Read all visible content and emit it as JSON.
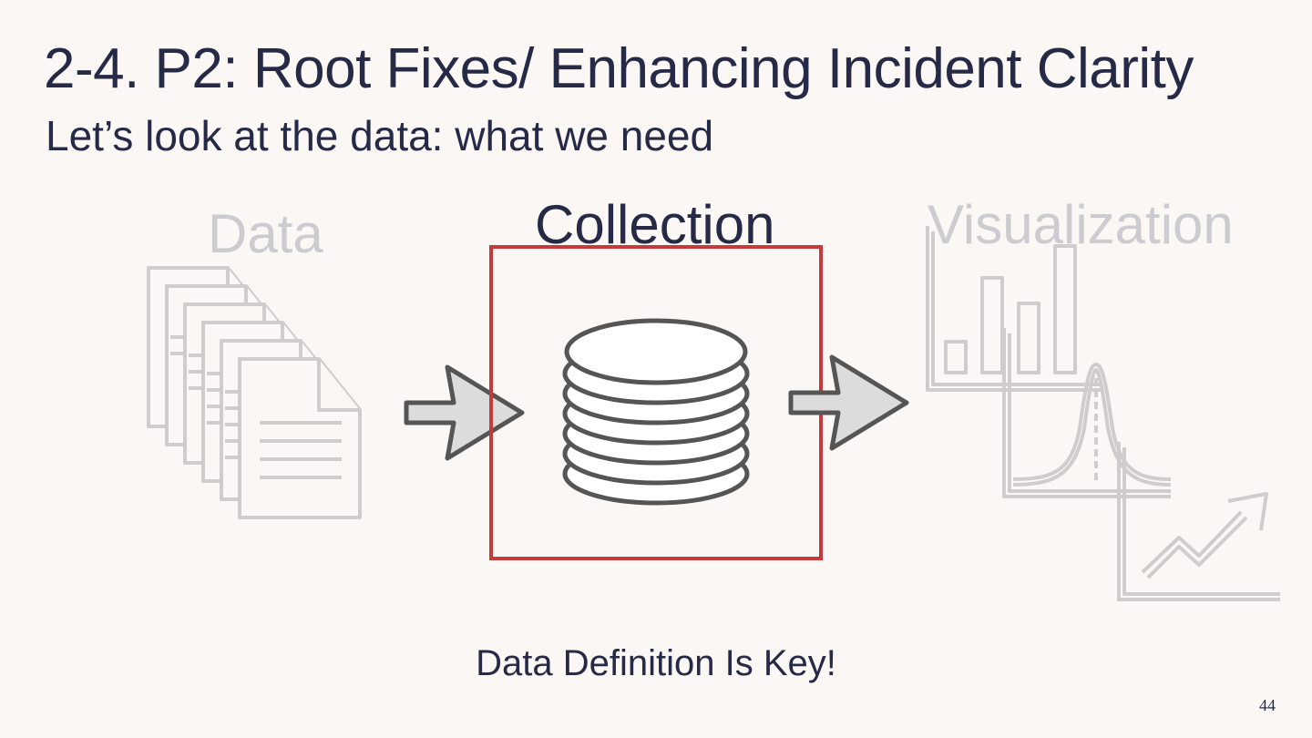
{
  "slide": {
    "title": "2-4. P2: Root Fixes/ Enhancing Incident Clarity",
    "subtitle": "Let’s look at the data: what we need",
    "stages": [
      {
        "label": "Data",
        "active": false
      },
      {
        "label": "Collection",
        "active": true
      },
      {
        "label": "Visualization",
        "active": false
      }
    ],
    "tagline": "Data Definition Is Key!",
    "page_number": "44"
  },
  "icons": {
    "data": "documents-stack-icon",
    "collection": "database-icon",
    "visualization": "charts-icon",
    "arrows": "right-arrow-icon"
  },
  "colors": {
    "text": "#262a47",
    "inactive": "#cccbd0",
    "highlight": "#c63a3a",
    "icon_stroke": "#555555",
    "icon_faded": "#cfcccb"
  }
}
